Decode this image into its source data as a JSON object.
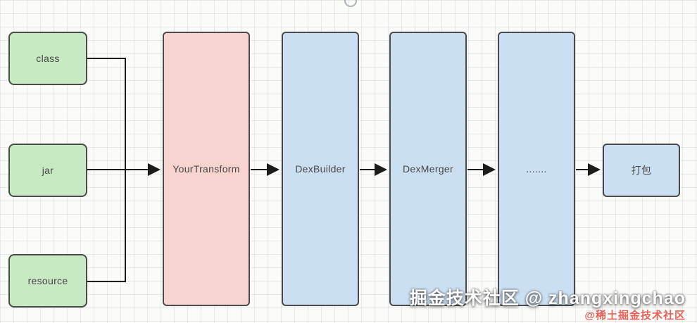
{
  "nodes": {
    "class": "class",
    "jar": "jar",
    "resource": "resource",
    "transform": "YourTransform",
    "dexbuilder": "DexBuilder",
    "dexmerger": "DexMerger",
    "ellipsis": ".......",
    "package": "打包"
  },
  "watermark": {
    "main": "掘金技术社区 @ zhangxingchao",
    "sub": "@稀土掘金技术社区"
  },
  "colors": {
    "source_fill": "#c8eac2",
    "transform_fill": "#f8d4d1",
    "stage_fill": "#cbdff3",
    "border": "#4a4a4a",
    "arrow": "#1c1c1c",
    "watermark_sub": "#e23d30"
  }
}
